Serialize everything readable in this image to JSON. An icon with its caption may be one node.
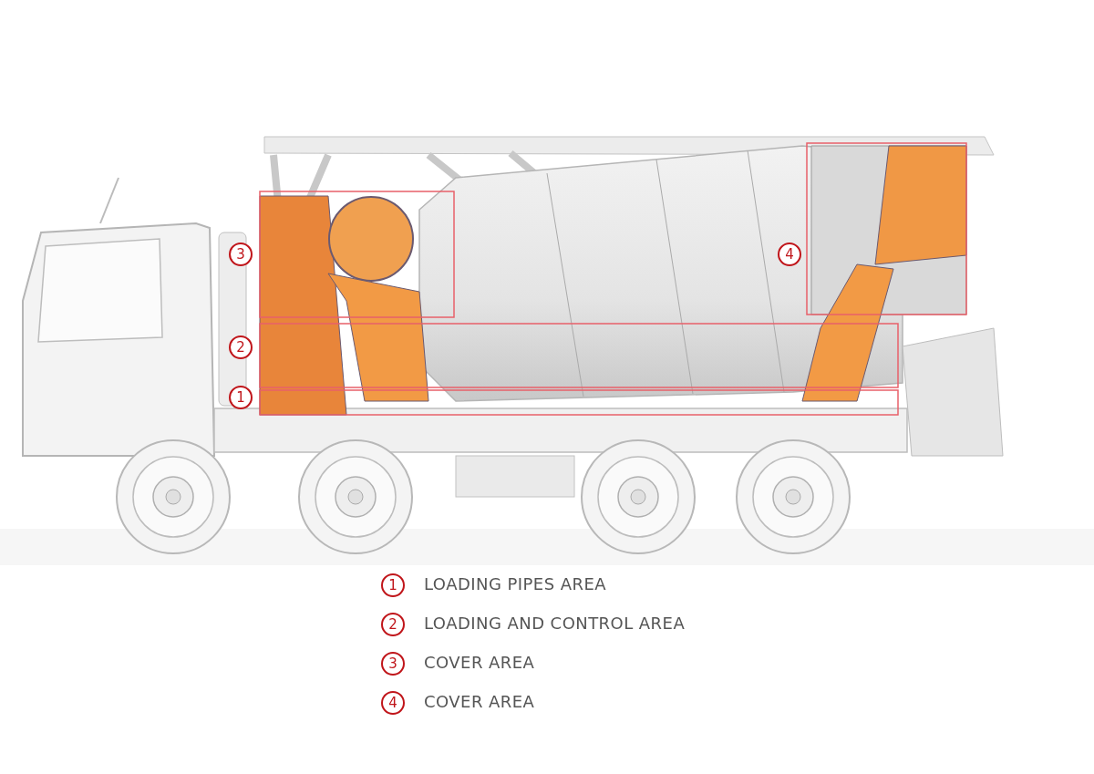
{
  "diagram": {
    "labels": [
      "3",
      "4",
      "2",
      "1",
      "1",
      "LOADING PIPES AREA",
      "2",
      "LOADING AND CONTROL AREA",
      "3",
      "COVER AREA",
      "4",
      "COVER AREA"
    ]
  }
}
